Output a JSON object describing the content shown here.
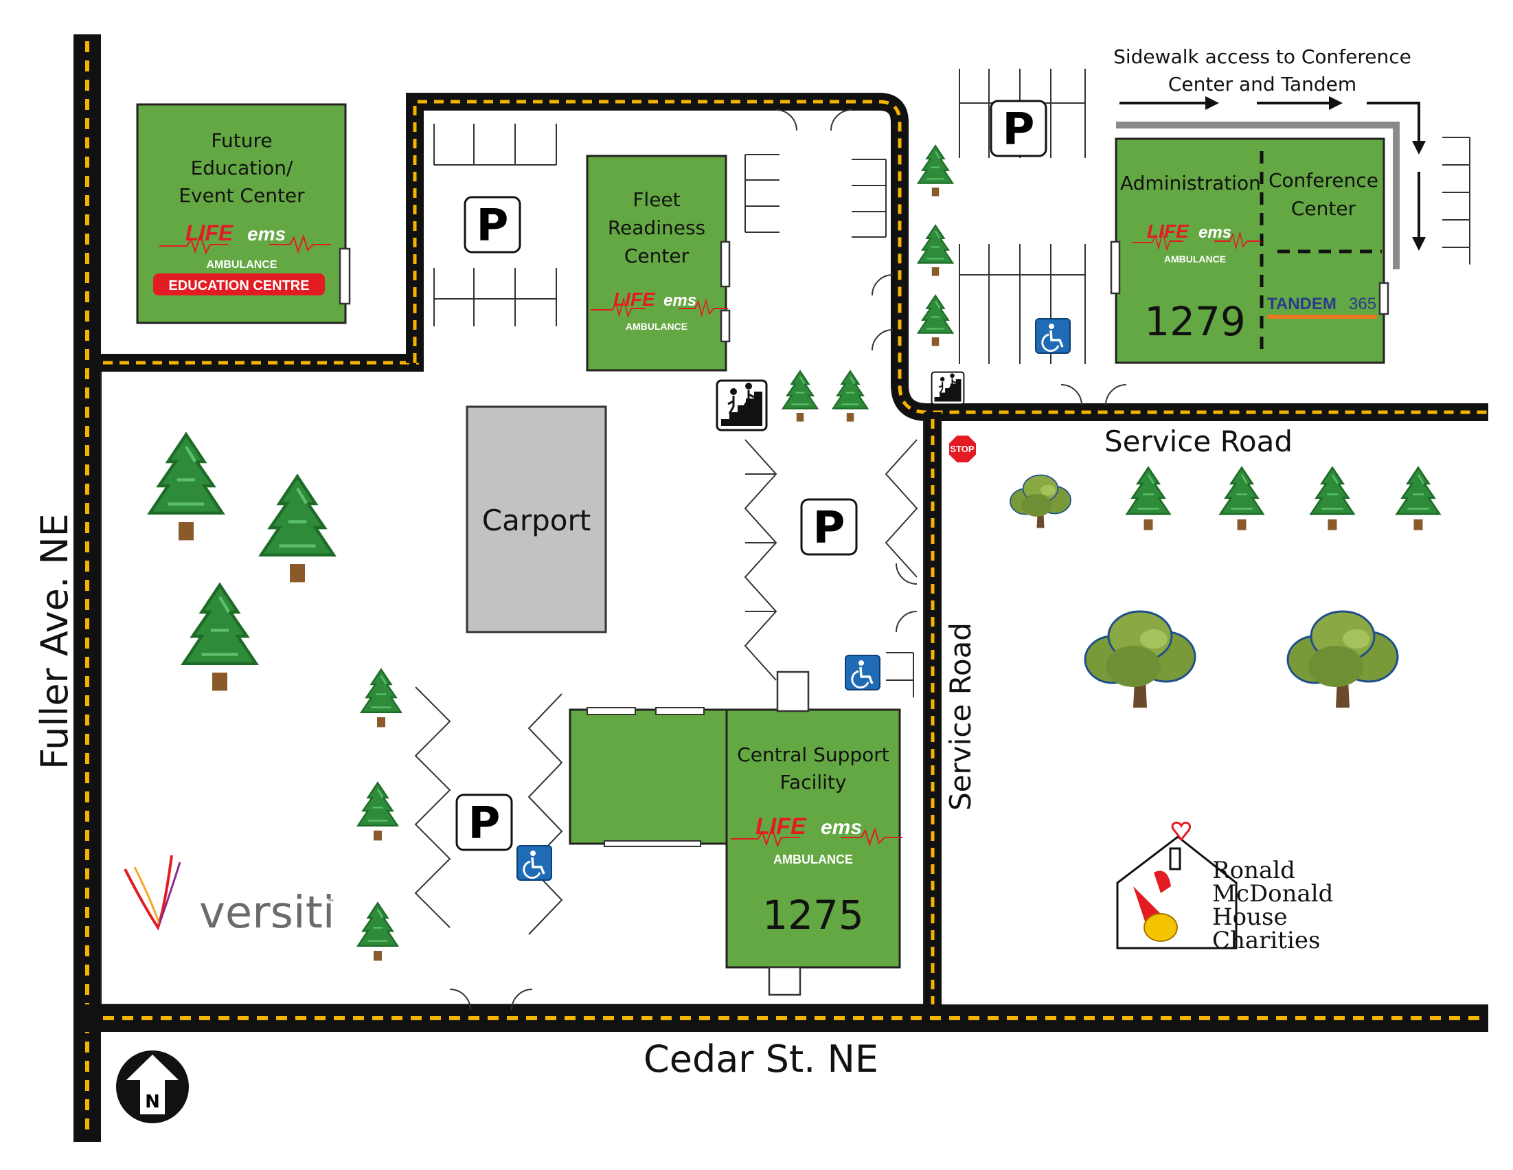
{
  "roads": {
    "fuller": "Fuller Ave. NE",
    "cedar": "Cedar St. NE",
    "service_top": "Service Road",
    "service_side": "Service Road"
  },
  "sidewalk_note": [
    "Sidewalk access to Conference",
    "Center and Tandem"
  ],
  "buildings": {
    "education": {
      "title": [
        "Future",
        "Education/",
        "Event Center"
      ],
      "logo_life": "LIFE",
      "logo_ems": "ems",
      "logo_sub": "AMBULANCE",
      "banner": "EDUCATION CENTRE"
    },
    "fleet": {
      "title": [
        "Fleet",
        "Readiness",
        "Center"
      ],
      "logo_life": "LIFE",
      "logo_ems": "ems",
      "logo_sub": "AMBULANCE"
    },
    "admin": {
      "admin_label": "Administration",
      "conf_label": [
        "Conference",
        "Center"
      ],
      "logo_life": "LIFE",
      "logo_ems": "ems",
      "logo_sub": "AMBULANCE",
      "number": "1279",
      "tandem_a": "TANDEM",
      "tandem_b": "365"
    },
    "central": {
      "title": [
        "Central Support",
        "Facility"
      ],
      "logo_life": "LIFE",
      "logo_ems": "ems",
      "logo_sub": "AMBULANCE",
      "number": "1275"
    },
    "carport": "Carport"
  },
  "parking_symbol": "P",
  "stop_sign": "STOP",
  "north_label": "N",
  "versiti": {
    "text": "versiti",
    "tm": "™"
  },
  "rmhc": [
    "Ronald",
    "McDonald",
    "House",
    "Charities"
  ],
  "colors": {
    "building_green": "#64a844",
    "road_black": "#111111",
    "road_dash": "#f5b400",
    "carport_gray": "#c2c2c2",
    "accessible_blue": "#1f6bb5",
    "stop_red": "#e31b23",
    "tree_green": "#2e8b3a"
  },
  "icons": [
    "parking-sign-icon",
    "accessible-parking-icon",
    "stairs-icon",
    "stop-sign-icon",
    "pine-tree-icon",
    "oak-tree-icon",
    "north-arrow-icon",
    "direction-arrow-icon"
  ]
}
